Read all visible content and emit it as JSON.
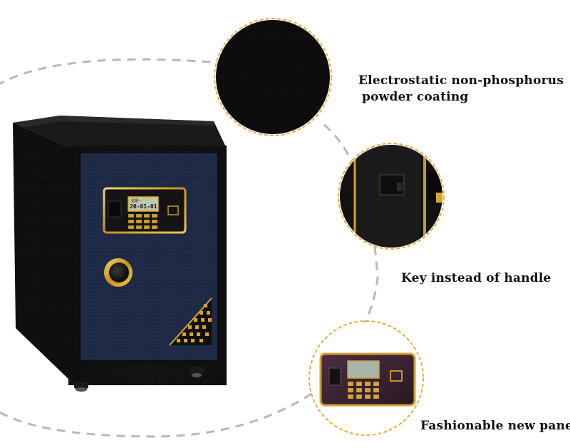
{
  "features": {
    "coating_line1": "Electrostatic non-phosphorus",
    "coating_line2": "powder coating",
    "key": "Key instead of handle",
    "panel": "Fashionable new panel"
  },
  "lcd": {
    "top": "星期一",
    "date": "20-01-01"
  },
  "colors": {
    "safe_body": "#141414",
    "door_blue": "#1c2740",
    "gold": "#d8a520",
    "ring_gold": "#e0b040",
    "dash_gray": "#b0b0b0",
    "panel_purple": "#3a2433"
  }
}
